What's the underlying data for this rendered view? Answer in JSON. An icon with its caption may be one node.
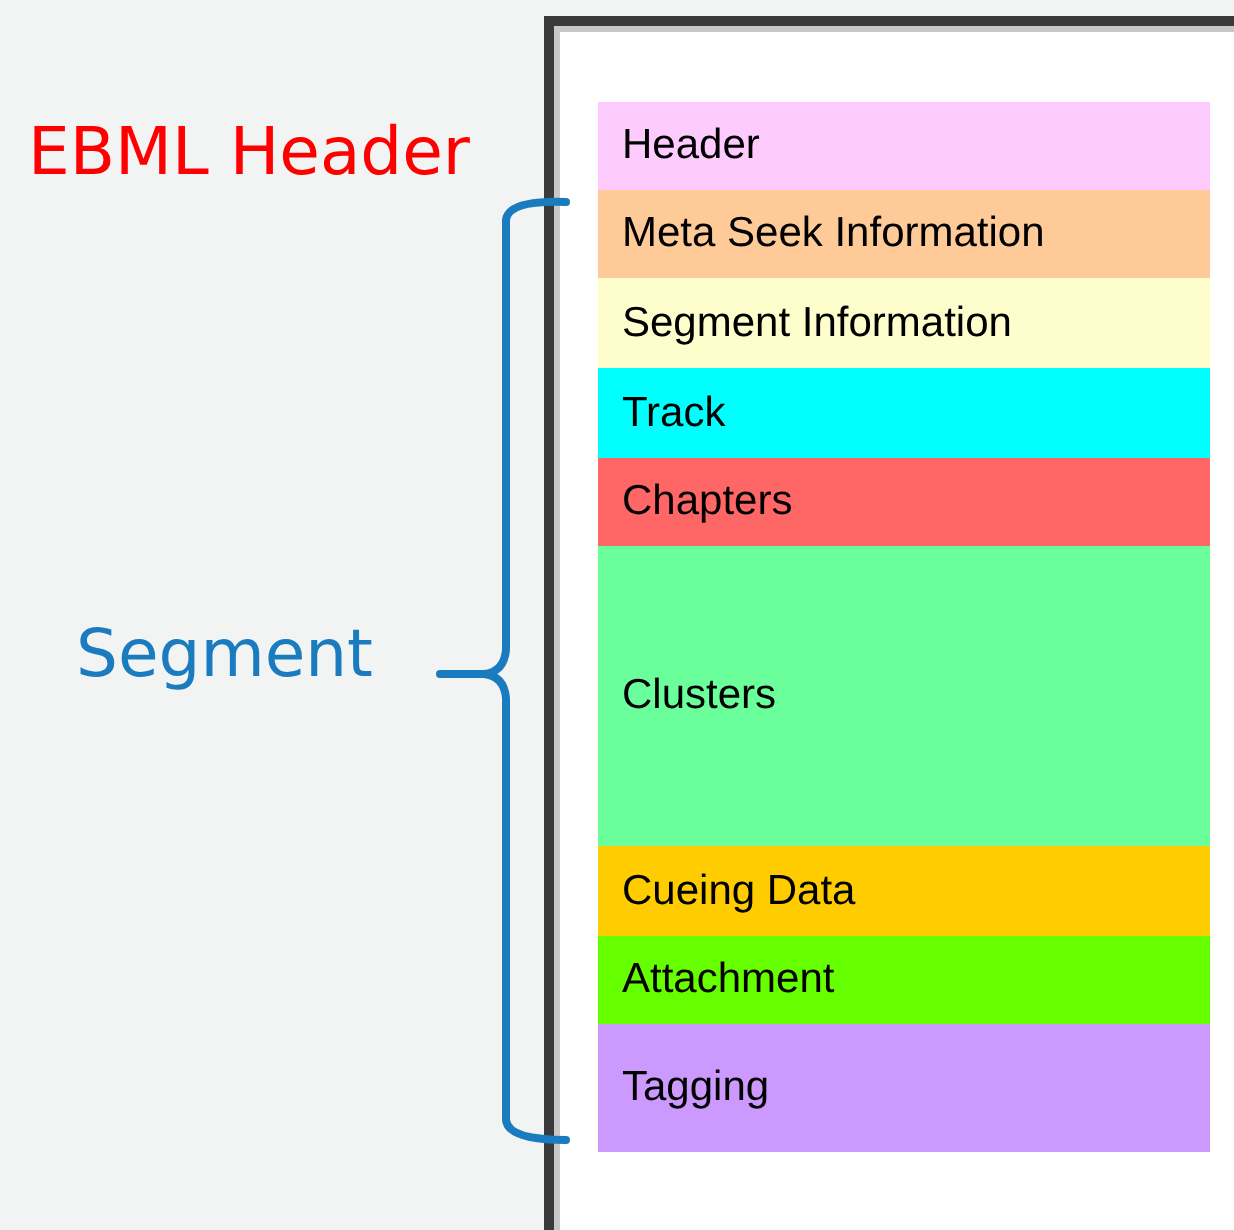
{
  "diagram": {
    "nodes": [
      {
        "text": [],
        "shape": "box"
      },
      {
        "text": [
          "Header"
        ],
        "in": 0
      },
      {
        "text": [
          "Meta Seek Information"
        ],
        "in": 0
      },
      {
        "text": [
          "Segment Information"
        ],
        "in": 0
      },
      {
        "text": [
          "Track"
        ],
        "in": 0
      },
      {
        "text": [
          "Chapters"
        ],
        "in": 0
      },
      {
        "text": [
          "Clusters"
        ],
        "in": 0
      },
      {
        "text": [
          "Cueing Data"
        ],
        "in": 0
      },
      {
        "text": [
          "Attachment"
        ],
        "in": 0
      },
      {
        "text": [
          "Tagging"
        ],
        "in": 0
      }
    ],
    "labels": [
      "EBML Header",
      "Segment"
    ]
  }
}
